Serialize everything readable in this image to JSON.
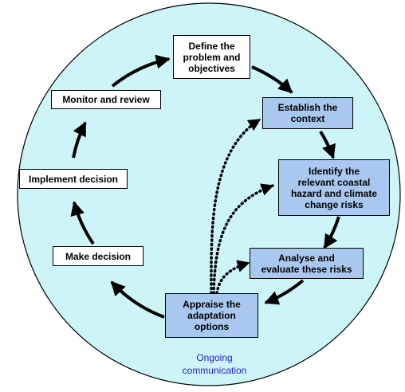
{
  "colors": {
    "background_circle": "#cdf5f7",
    "circle_border": "#000000",
    "highlight_box": "#a9c8f0",
    "plain_box": "#ffffff",
    "caption_text": "#2222cc"
  },
  "steps": {
    "define": "Define the\nproblem and\nobjectives",
    "establish": "Establish the\ncontext",
    "identify": "Identify the\nrelevant coastal\nhazard and climate\nchange risks",
    "analyse": "Analyse and\nevaluate these risks",
    "appraise": "Appraise the\nadaptation\noptions",
    "make": "Make decision",
    "implement": "Implement decision",
    "monitor": "Monitor and review"
  },
  "caption": "Ongoing\ncommunication"
}
